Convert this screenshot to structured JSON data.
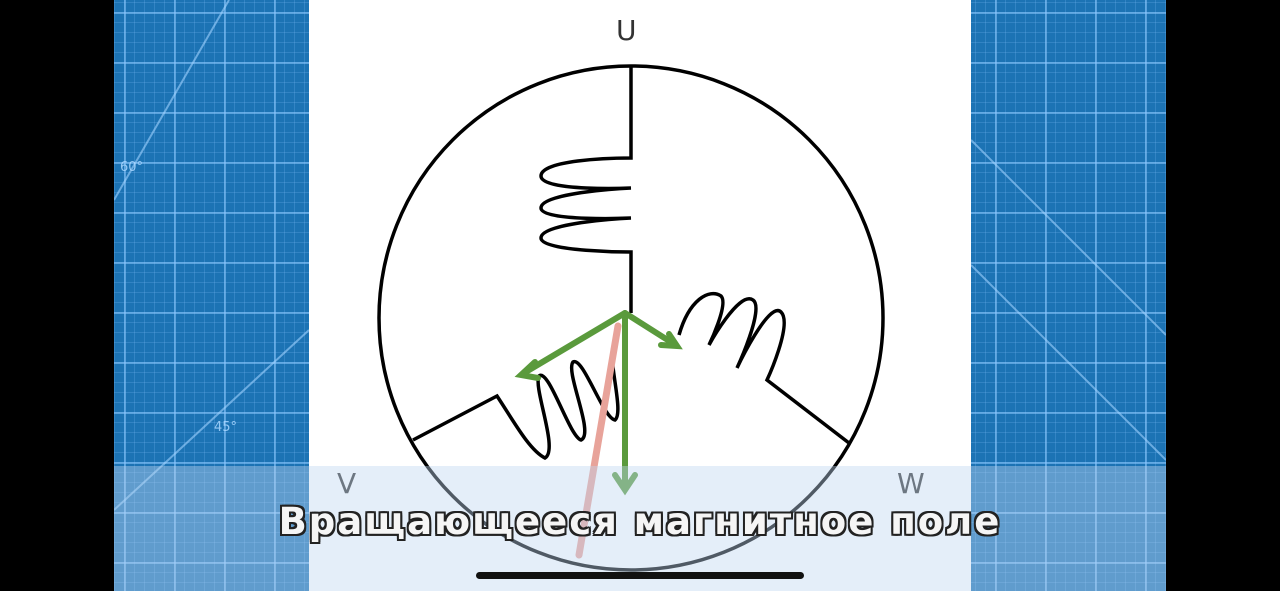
{
  "diagram": {
    "phase_labels": {
      "u": "U",
      "v": "V",
      "w": "W"
    },
    "colors": {
      "field_arrows": "#5a9a3c",
      "resultant_arrow": "#e8a39a",
      "coil": "#000000"
    }
  },
  "mat": {
    "angle_labels": [
      "60°",
      "45°"
    ]
  },
  "caption": {
    "text": "Вращающееся магнитное поле"
  }
}
